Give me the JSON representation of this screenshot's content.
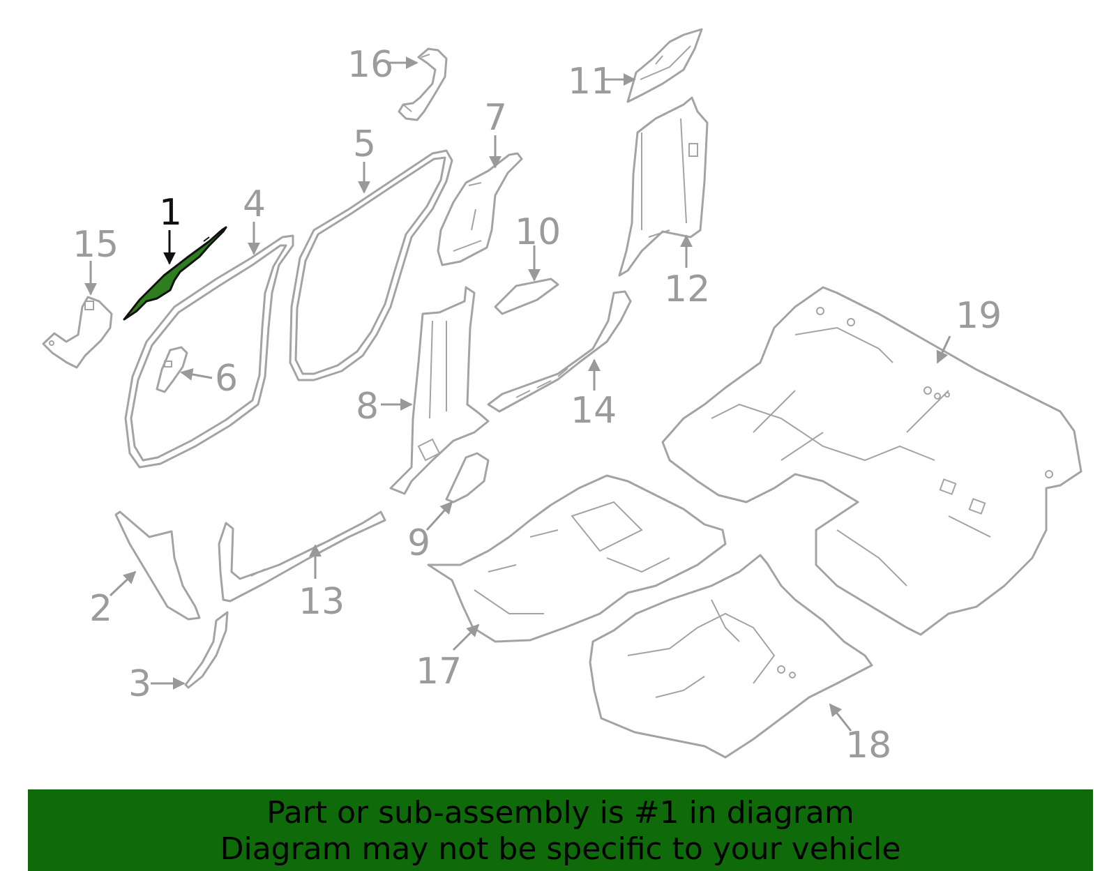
{
  "diagram": {
    "highlight_color": "#2e7d1f",
    "part_color": "#a3a3a3",
    "callouts": [
      "1",
      "2",
      "3",
      "4",
      "5",
      "6",
      "7",
      "8",
      "9",
      "10",
      "11",
      "12",
      "13",
      "14",
      "15",
      "16",
      "17",
      "18",
      "19"
    ],
    "highlighted_callout": "1"
  },
  "banner": {
    "background": "#0f6a0a",
    "line1": "Part or sub-assembly is #1 in diagram",
    "line2": "Diagram may not be specific to your vehicle"
  }
}
